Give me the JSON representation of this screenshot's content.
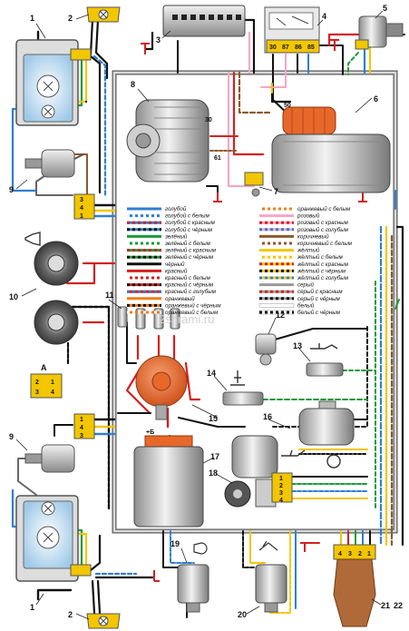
{
  "callouts": [
    "1",
    "2",
    "3",
    "4",
    "5",
    "6",
    "7",
    "8",
    "9",
    "10",
    "11",
    "12",
    "13",
    "14",
    "15",
    "16",
    "17",
    "18",
    "19",
    "20",
    "21",
    "22"
  ],
  "pins": {
    "relay": [
      "30",
      "87",
      "86",
      "85"
    ],
    "alternator": [
      "30",
      "61"
    ],
    "starter": "50",
    "coil_plus": "+Б",
    "connector_a": [
      "2",
      "1",
      "3",
      "4"
    ],
    "washer_conn": [
      "4",
      "3",
      "2",
      "1"
    ],
    "block_top": [
      "3",
      "4",
      "1"
    ],
    "block_bottom": [
      "1",
      "4",
      "3"
    ],
    "wiper_conn": [
      "1",
      "2",
      "3",
      "4"
    ]
  },
  "inset_label": "А",
  "watermark": "2shrami.ru",
  "legend_left": [
    {
      "text": "голубой",
      "base": "#2f7fd0",
      "stripe": null
    },
    {
      "text": "голубой с белым",
      "base": "#2f7fd0",
      "stripe": "#ffffff"
    },
    {
      "text": "голубой с красным",
      "base": "#2f7fd0",
      "stripe": "#d42020"
    },
    {
      "text": "голубой с чёрным",
      "base": "#2f7fd0",
      "stripe": "#111111"
    },
    {
      "text": "зелёный",
      "base": "#1e9a3a",
      "stripe": null
    },
    {
      "text": "зелёный с белым",
      "base": "#1e9a3a",
      "stripe": "#ffffff"
    },
    {
      "text": "зелёный с красным",
      "base": "#1e9a3a",
      "stripe": "#d42020"
    },
    {
      "text": "зелёный с чёрным",
      "base": "#1e9a3a",
      "stripe": "#111111"
    },
    {
      "text": "чёрный",
      "base": "#111111",
      "stripe": null
    },
    {
      "text": "красный",
      "base": "#d42020",
      "stripe": null
    },
    {
      "text": "красный с белым",
      "base": "#d42020",
      "stripe": "#ffffff"
    },
    {
      "text": "красный с чёрным",
      "base": "#d42020",
      "stripe": "#111111"
    },
    {
      "text": "красный с голубым",
      "base": "#d42020",
      "stripe": "#2f7fd0"
    },
    {
      "text": "оранжевый",
      "base": "#f07d1a",
      "stripe": null
    },
    {
      "text": "оранжевый с чёрным",
      "base": "#f07d1a",
      "stripe": "#111111"
    },
    {
      "text": "оранжевый с белым",
      "base": "#f07d1a",
      "stripe": "#ffffff"
    }
  ],
  "legend_right": [
    {
      "text": "оранжевый с белым",
      "base": "#f07d1a",
      "stripe": "#ffffff"
    },
    {
      "text": "розовый",
      "base": "#f4a6c8",
      "stripe": null
    },
    {
      "text": "розовый с красным",
      "base": "#f4a6c8",
      "stripe": "#d42020"
    },
    {
      "text": "розовый с голубым",
      "base": "#f4a6c8",
      "stripe": "#2f7fd0"
    },
    {
      "text": "коричневый",
      "base": "#8b5a2b",
      "stripe": null
    },
    {
      "text": "коричневый с белым",
      "base": "#8b5a2b",
      "stripe": "#ffffff"
    },
    {
      "text": "жёлтый",
      "base": "#f2c600",
      "stripe": null
    },
    {
      "text": "жёлтый с белым",
      "base": "#f2c600",
      "stripe": "#ffffff"
    },
    {
      "text": "жёлтый с красным",
      "base": "#f2c600",
      "stripe": "#d42020"
    },
    {
      "text": "жёлтый с чёрным",
      "base": "#f2c600",
      "stripe": "#111111"
    },
    {
      "text": "жёлтый с голубым",
      "base": "#f2c600",
      "stripe": "#2f7fd0"
    },
    {
      "text": "серый",
      "base": "#9a9a9a",
      "stripe": null
    },
    {
      "text": "серый с красным",
      "base": "#9a9a9a",
      "stripe": "#d42020"
    },
    {
      "text": "серый с чёрным",
      "base": "#9a9a9a",
      "stripe": "#111111"
    },
    {
      "text": "белый",
      "base": "#ffffff",
      "stripe": null
    },
    {
      "text": "белый с чёрным",
      "base": "#ffffff",
      "stripe": "#111111"
    }
  ]
}
